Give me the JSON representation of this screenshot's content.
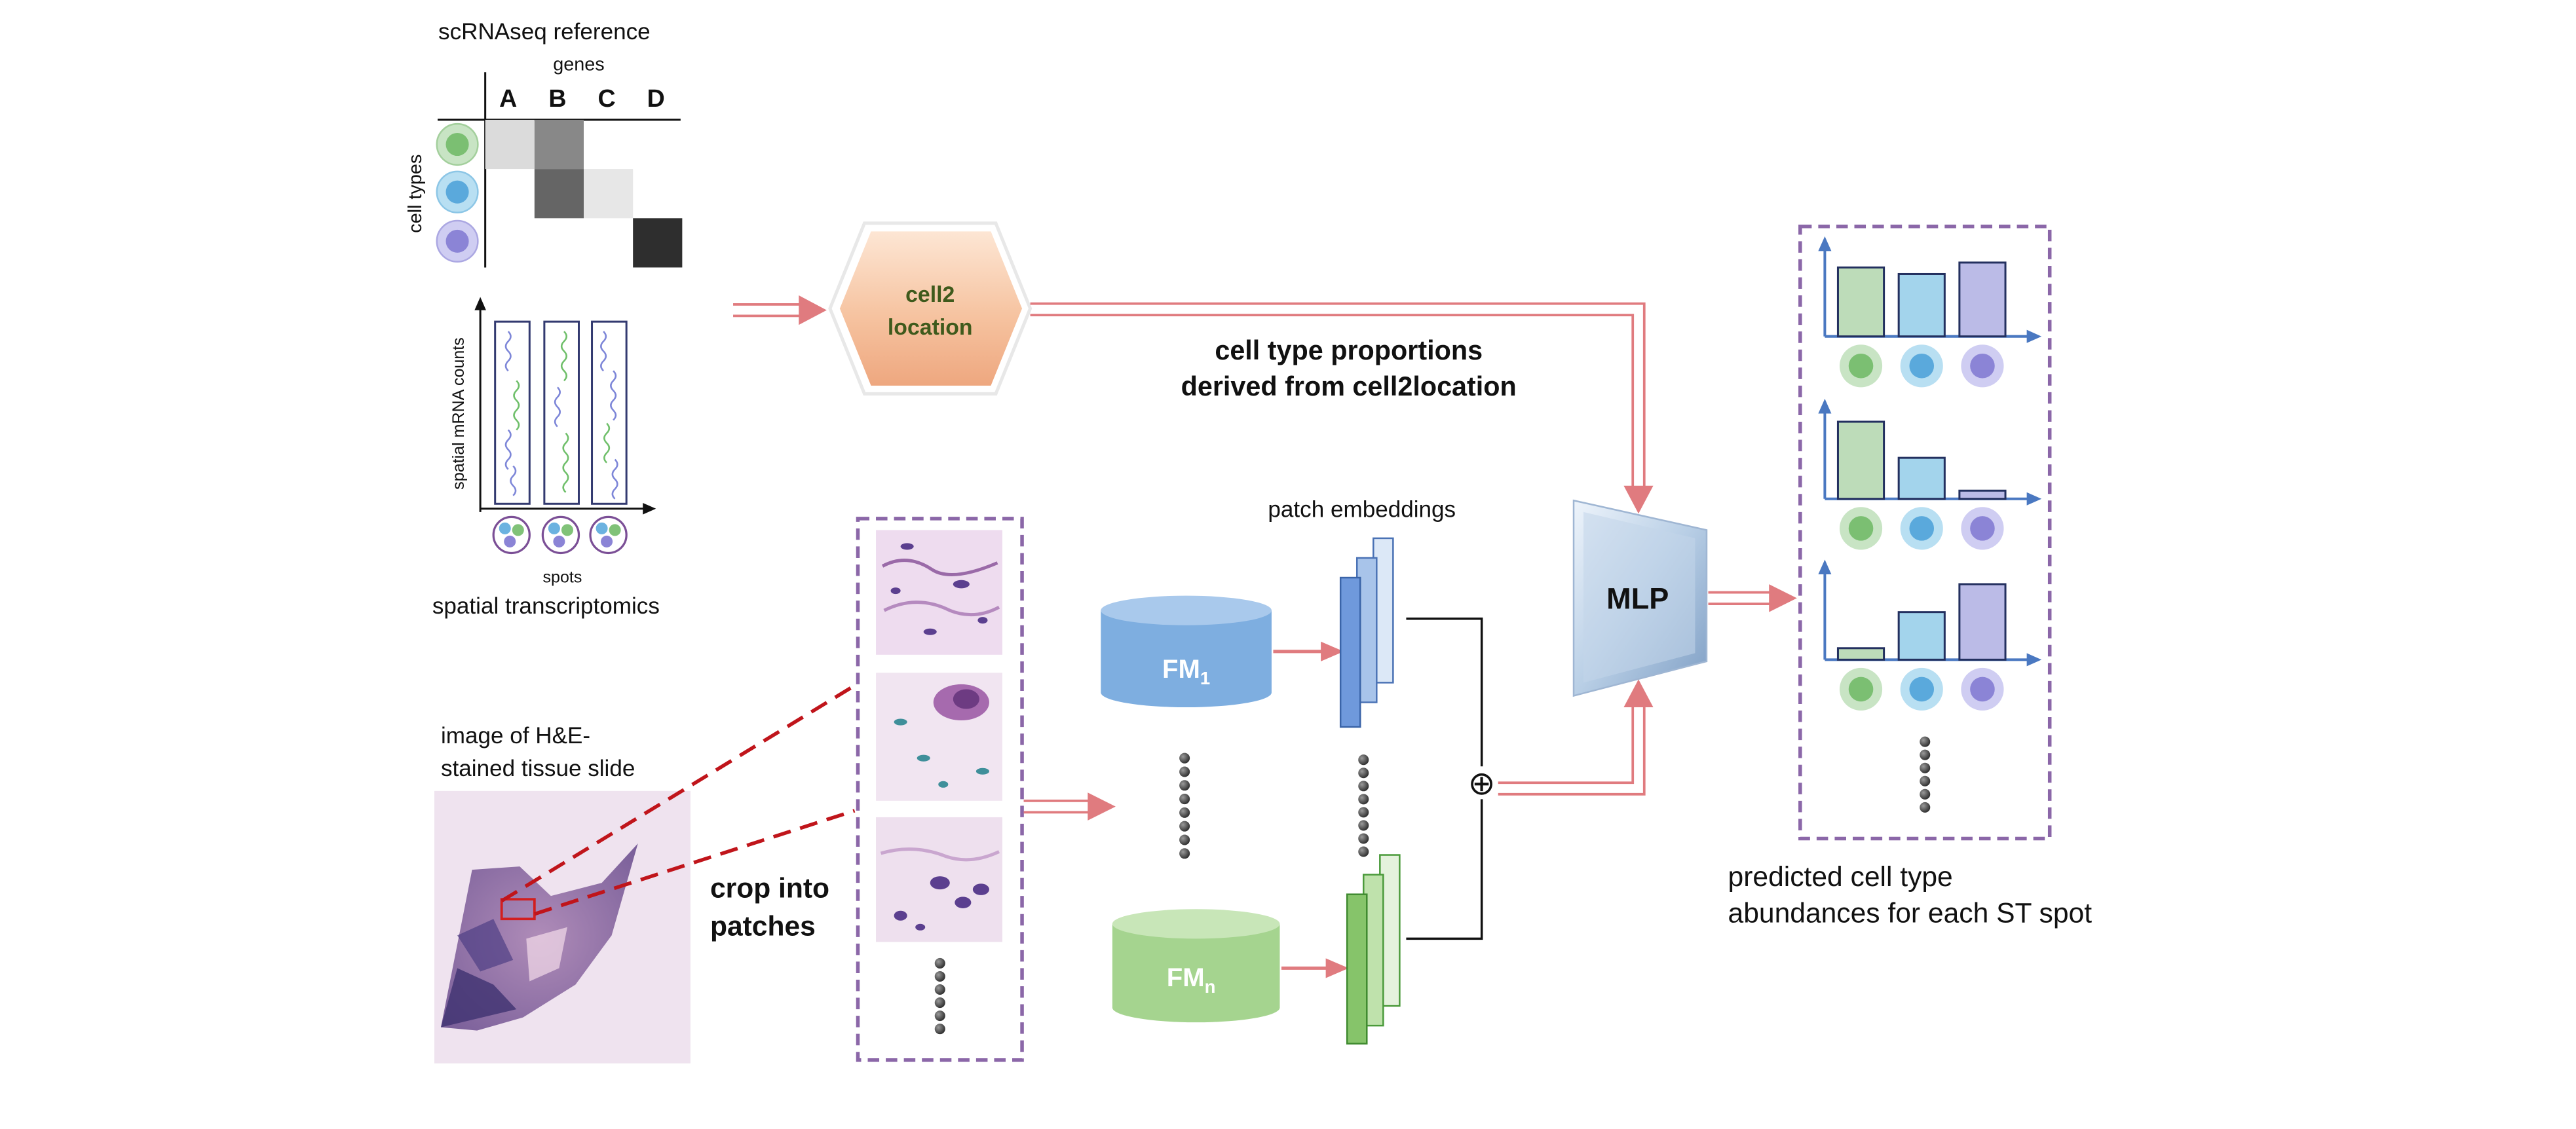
{
  "scrna": {
    "title": "scRNAseq reference",
    "genes_label": "genes",
    "cell_types_label": "cell types",
    "columns": [
      "A",
      "B",
      "C",
      "D"
    ],
    "matrix": [
      [
        0.15,
        0.5,
        0,
        0
      ],
      [
        0,
        0.65,
        0.1,
        0
      ],
      [
        0,
        0,
        0,
        0.88
      ]
    ]
  },
  "st": {
    "ylabel": "spatial mRNA counts",
    "xlabel": "spots",
    "caption": "spatial transcriptomics"
  },
  "cell2location": {
    "line1": "cell2",
    "line2": "location"
  },
  "proportions": {
    "line1": "cell type proportions",
    "line2": "derived from cell2location"
  },
  "he": {
    "line1": "image of H&E-",
    "line2": "stained tissue slide"
  },
  "crop": {
    "line1": "crop into",
    "line2": "patches"
  },
  "fm": {
    "fm1_main": "FM",
    "fm1_sub": "1",
    "fmn_main": "FM",
    "fmn_sub": "n"
  },
  "embeddings": {
    "label": "patch embeddings",
    "concat_symbol": "⊕"
  },
  "mlp": {
    "label": "MLP"
  },
  "output": {
    "caption_line1": "predicted cell type",
    "caption_line2": "abundances for each ST spot",
    "spots": [
      [
        0.84,
        0.76,
        0.9
      ],
      [
        0.94,
        0.5,
        0.1
      ],
      [
        0.14,
        0.58,
        0.92
      ]
    ]
  },
  "colors": {
    "arrow": "#e07b7f",
    "green": "#bddcb9",
    "blue": "#a3d4ec",
    "purple": "#bbbbe7",
    "axis": "#4a78c1",
    "dashed": "#8b67a8",
    "cylinder_blue": "#7eaee0",
    "cylinder_green": "#a5d48f"
  },
  "icons": {
    "green_cell": "green-cell-icon",
    "blue_cell": "blue-cell-icon",
    "purple_cell": "purple-cell-icon",
    "ellipsis": "vertical-dots-icon"
  }
}
